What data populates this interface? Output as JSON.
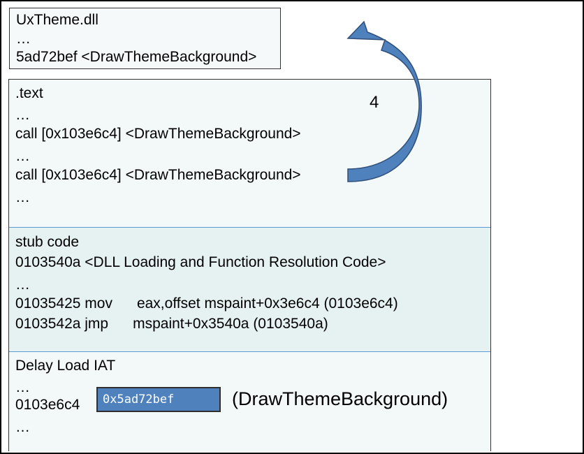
{
  "dll": {
    "lines": [
      "UxTheme.dll",
      "…",
      "5ad72bef <DrawThemeBackground>"
    ]
  },
  "text_section": {
    "lines": [
      ".text",
      "…",
      "call [0x103e6c4] <DrawThemeBackground>",
      "…",
      "call [0x103e6c4] <DrawThemeBackground>",
      "…"
    ]
  },
  "stub_section": {
    "lines": [
      "stub code",
      "0103540a <DLL Loading and Function Resolution Code>",
      "…",
      "01035425 mov      eax,offset mspaint+0x3e6c4 (0103e6c4)",
      "0103542a jmp      mspaint+0x3540a (0103540a)"
    ]
  },
  "iat_section": {
    "lines": [
      "Delay Load IAT",
      "…",
      "0103e6c4",
      "…"
    ],
    "value_box": "0x5ad72bef",
    "value_label": "(DrawThemeBackground)"
  },
  "arrow": {
    "step": "4"
  },
  "colors": {
    "arrow_fill": "#4f81bd",
    "value_box_fill": "#4f81bd",
    "section_divider": "#5b9bd5"
  }
}
